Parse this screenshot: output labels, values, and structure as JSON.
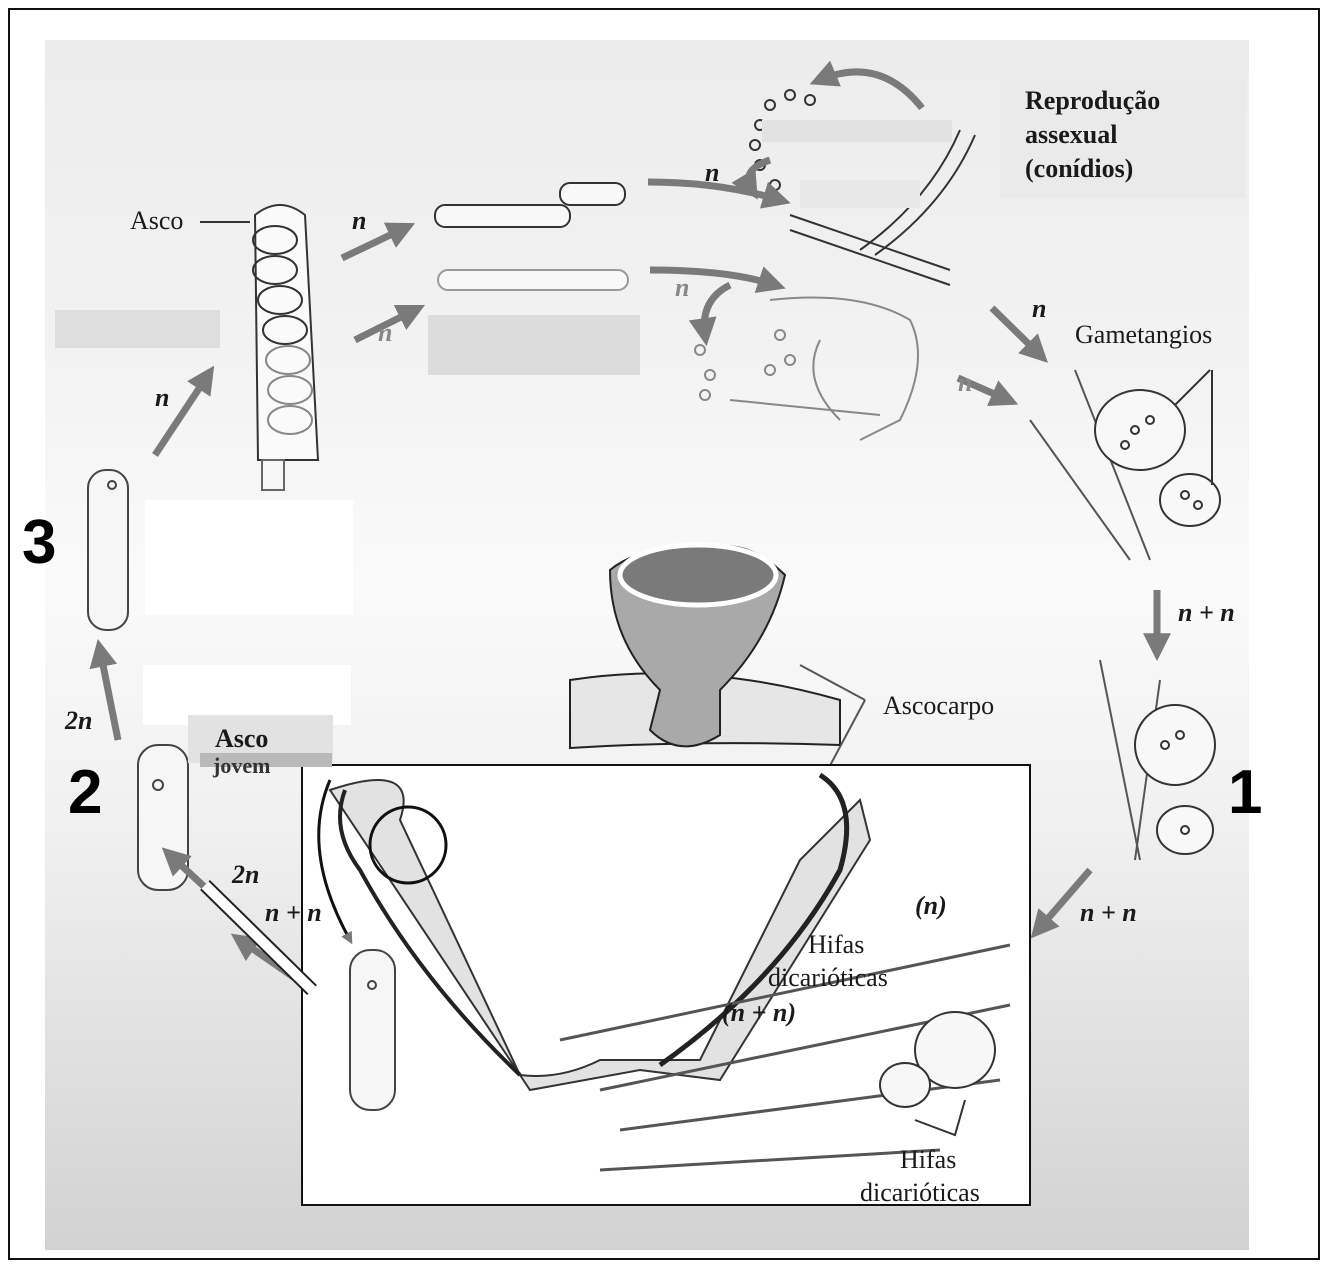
{
  "labels": {
    "asco": "Asco",
    "reproducao": "Reprodução",
    "assexual": "assexual",
    "conidios": "(conídios)",
    "gametangios": "Gametangios",
    "ascocarpo": "Ascocarpo",
    "asco_jovem_1": "Asco",
    "asco_jovem_2": "jovem",
    "hifas_1": "Hifas",
    "dicarioticas_1": "dicarióticas",
    "n_plus_n_1": "(n + n)",
    "hifas_2": "Hifas",
    "dicarioticas_2": "dicarióticas",
    "n_paren": "(n)"
  },
  "ploidy": {
    "n": "n",
    "n_plus_n": "n + n",
    "two_n": "2n"
  },
  "steps": [
    "1",
    "2",
    "3"
  ],
  "colors": {
    "arrow": "#7a7a7a",
    "ink": "#1a1a1a",
    "mask": "#dcdcdc"
  }
}
